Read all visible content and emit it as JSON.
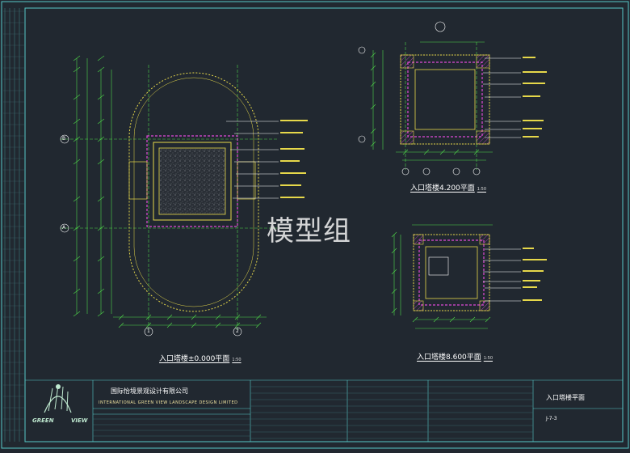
{
  "drawing": {
    "watermark": "模型组",
    "plans": [
      {
        "title": "入口塔楼±0.000平面",
        "scale": "1:50"
      },
      {
        "title": "入口塔楼4.200平面",
        "scale": "1:50"
      },
      {
        "title": "入口塔楼8.600平面",
        "scale": "1:50"
      }
    ],
    "axes": {
      "row_a": "A",
      "row_b": "B",
      "col_1": "1",
      "col_2": "2"
    }
  },
  "title_block": {
    "company_cn": "国际怡境景观设计有限公司",
    "company_en": "INTERNATIONAL GREEN VIEW LANDSCAPE DESIGN LIMITED",
    "logo_left": "GREEN",
    "logo_right": "VIEW",
    "sheet_title": "入口塔楼平面",
    "sheet_no": "J-7-3"
  },
  "colors": {
    "background": "#212830",
    "dimension_green": "#4fd84a",
    "wall_yellow": "#e6d84a",
    "hatch_magenta": "#e04ad8",
    "leader_white": "#ffffff",
    "frame_cyan": "#56c8c8"
  }
}
